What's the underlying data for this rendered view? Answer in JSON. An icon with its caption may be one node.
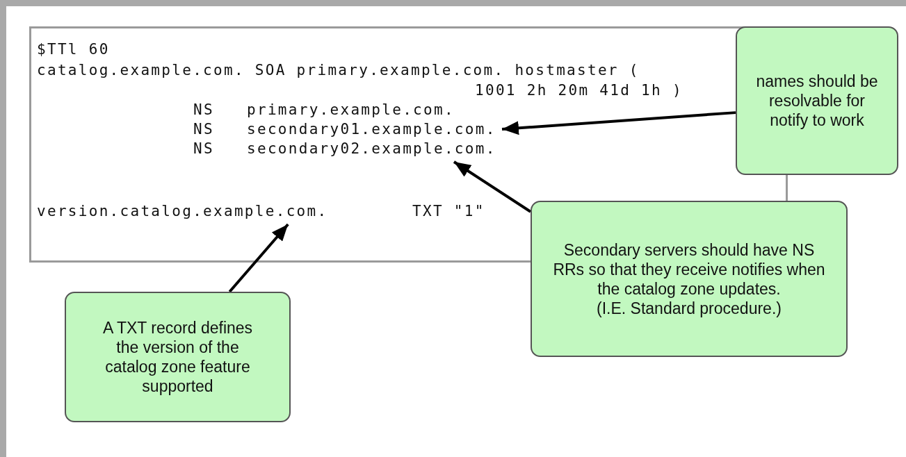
{
  "diagram": {
    "nodes": [
      {
        "text": [],
        "shape": "box"
      },
      {
        "text": [
          "$TTl 60"
        ],
        "in": 0
      },
      {
        "text": [
          "catalog.example.com. SOA primary.example.com. hostmaster ("
        ],
        "in": 0
      },
      {
        "text": [
          "1001 2h 20m 41d 1h )"
        ],
        "in": 0
      },
      {
        "text": [
          "NS",
          "primary.example.com."
        ],
        "in": 0
      },
      {
        "text": [
          "NS",
          "secondary01.example.com."
        ],
        "in": 0
      },
      {
        "text": [
          "NS",
          "secondary02.example.com."
        ],
        "in": 0
      },
      {
        "text": [
          "version.catalog.example.com.",
          "TXT \"1\""
        ],
        "in": 0
      },
      {
        "text": [
          "names should be resolvable for notify to work"
        ]
      },
      {
        "text": [
          "Secondary servers should have NS RRs so that they receive notifies when the catalog zone updates.",
          "(I.E. Standard procedure.)"
        ]
      },
      {
        "text": [
          "A TXT record defines the version of the catalog zone feature supported"
        ]
      }
    ],
    "edges": [
      {
        "from": 8,
        "to": 5,
        "arrow": "to"
      },
      {
        "from": 9,
        "to": 6,
        "arrow": "to"
      },
      {
        "from": 10,
        "to": 7,
        "arrow": "to"
      }
    ]
  }
}
